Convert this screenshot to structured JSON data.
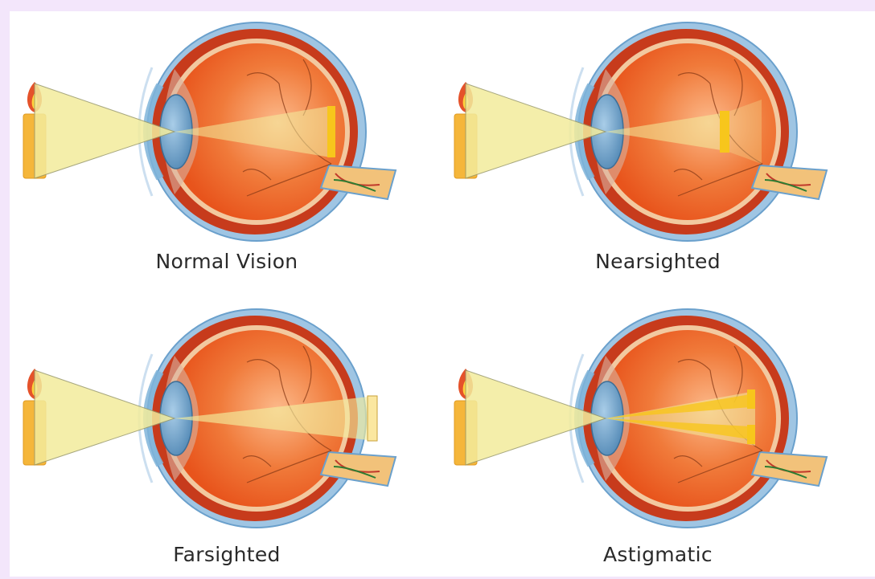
{
  "panels": [
    {
      "id": "normal-vision",
      "caption": "Normal Vision",
      "focus": "on-retina"
    },
    {
      "id": "nearsighted",
      "caption": "Nearsighted",
      "focus": "in-front-of-retina"
    },
    {
      "id": "farsighted",
      "caption": "Farsighted",
      "focus": "behind-retina"
    },
    {
      "id": "astigmatic",
      "caption": "Astigmatic",
      "focus": "multiple-points"
    }
  ],
  "colors": {
    "page_background": "#f3e6fb",
    "sclera_outer": "#c73b1c",
    "eye_interior": "#e8541c",
    "eye_highlight": "#fcb98a",
    "cornea": "#7fb4d9",
    "lens": "#4f86b3",
    "light_beam": "#f3ec9c",
    "focus_mark": "#f7c61c",
    "candle": "#f5b63a",
    "flame": "#e5522a",
    "optic_nerve": "#f2c27a"
  }
}
